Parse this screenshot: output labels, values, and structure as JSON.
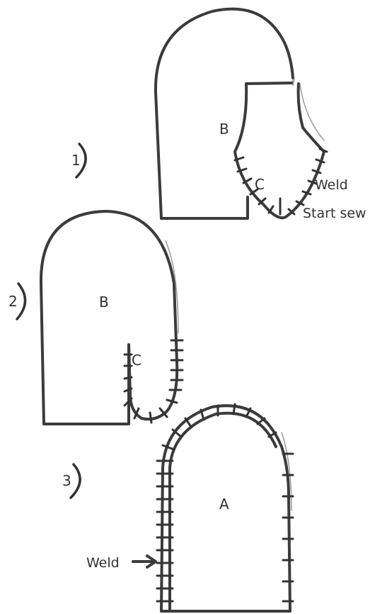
{
  "steps": [
    {
      "number": "1",
      "piece_labels": {
        "main": "B",
        "thumb": "C"
      },
      "annotations": {
        "weld": "Weld",
        "start": "Start sew"
      }
    },
    {
      "number": "2",
      "piece_labels": {
        "main": "B",
        "thumb": "C"
      }
    },
    {
      "number": "3",
      "piece_labels": {
        "main": "A"
      },
      "annotations": {
        "weld": "Weld"
      }
    }
  ]
}
